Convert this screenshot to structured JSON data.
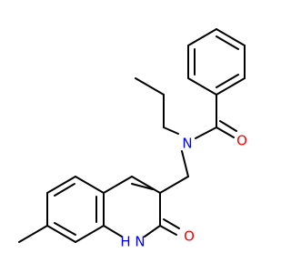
{
  "molecule": {
    "atoms": {
      "carbonyl_oxygen": "O",
      "amide_nitrogen": "N",
      "lactam_oxygen": "O",
      "ring_nh": "H N"
    },
    "colors": {
      "bond": "#000000",
      "oxygen": "#ff0000",
      "nitrogen": "#0000ff"
    }
  }
}
